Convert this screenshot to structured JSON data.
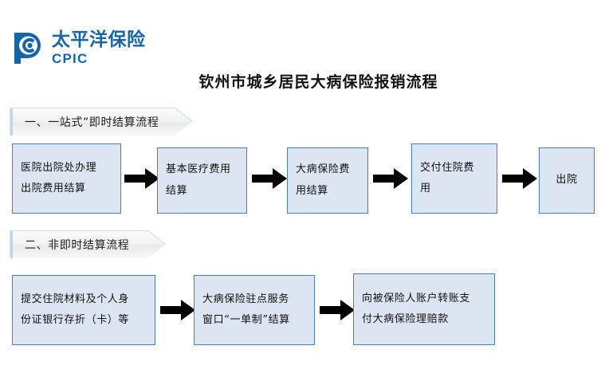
{
  "brand": {
    "logo_icon": "cpic-p-circle-logo",
    "name_cn": "太平洋保险",
    "name_en": "CPIC",
    "color": "#1565a8"
  },
  "title": "钦州市城乡居民大病保险报销流程",
  "sections": [
    {
      "id": "section-1",
      "banner": "一、一站式”即时结算流程",
      "boxes": [
        {
          "lines": [
            "医院出院处办理",
            "出院费用结算"
          ]
        },
        {
          "lines": [
            "基本医疗费用",
            "结算"
          ]
        },
        {
          "lines": [
            "大病保险费",
            "用结算"
          ]
        },
        {
          "lines": [
            "交付住院费",
            "用"
          ]
        },
        {
          "lines": [
            "出院"
          ]
        }
      ],
      "arrow_icon": "right-arrow-icon",
      "arrow_count": 4
    },
    {
      "id": "section-2",
      "banner": "二、非即时结算流程",
      "boxes": [
        {
          "lines": [
            "提交住院材料及个人身",
            "份证银行存折（卡）等"
          ]
        },
        {
          "lines": [
            "大病保险驻点服务",
            "窗口“一单制”结算"
          ]
        },
        {
          "lines": [
            "向被保险人账户转账支",
            "付大病保险理赔款"
          ]
        }
      ],
      "arrow_icon": "right-arrow-icon",
      "arrow_count": 2
    }
  ],
  "colors": {
    "box_fill": "#dce6f2",
    "box_border": "#4a7ebb",
    "banner_edge": "#cfe2ee",
    "arrow": "#000000",
    "title_text": "#111111"
  }
}
